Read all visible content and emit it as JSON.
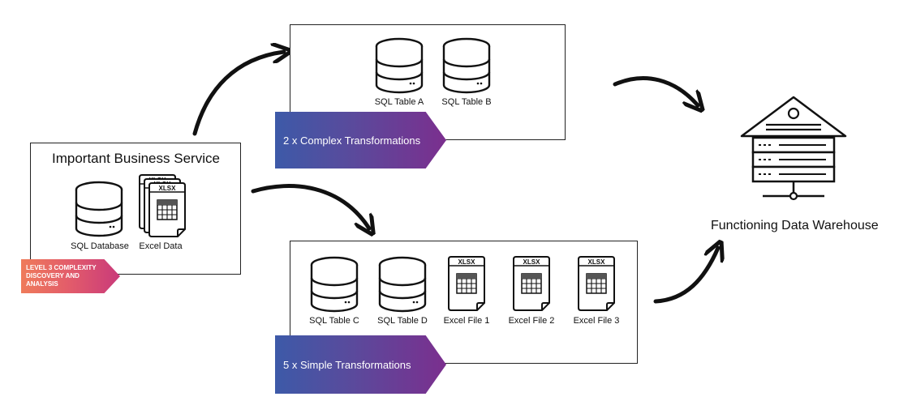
{
  "source": {
    "title": "Important Business Service",
    "items": [
      {
        "label": "SQL Database",
        "icon": "database-icon"
      },
      {
        "label": "Excel Data",
        "icon": "excel-files-icon",
        "badge": "XLSX"
      }
    ],
    "complexity_banner": {
      "line1": "LEVEL 3 COMPLEXITY",
      "line2": "DISCOVERY AND",
      "line3": "ANALYSIS"
    }
  },
  "complex_box": {
    "items": [
      {
        "label": "SQL Table A",
        "icon": "database-icon"
      },
      {
        "label": "SQL Table B",
        "icon": "database-icon"
      }
    ],
    "banner": "2 x Complex Transformations"
  },
  "simple_box": {
    "items": [
      {
        "label": "SQL Table C",
        "icon": "database-icon"
      },
      {
        "label": "SQL Table D",
        "icon": "database-icon"
      },
      {
        "label": "Excel File 1",
        "icon": "excel-file-icon",
        "badge": "XLSX"
      },
      {
        "label": "Excel File 2",
        "icon": "excel-file-icon",
        "badge": "XLSX"
      },
      {
        "label": "Excel File 3",
        "icon": "excel-file-icon",
        "badge": "XLSX"
      }
    ],
    "banner": "5 x Simple Transformations"
  },
  "warehouse": {
    "label": "Functioning Data Warehouse",
    "icon": "data-warehouse-icon"
  }
}
